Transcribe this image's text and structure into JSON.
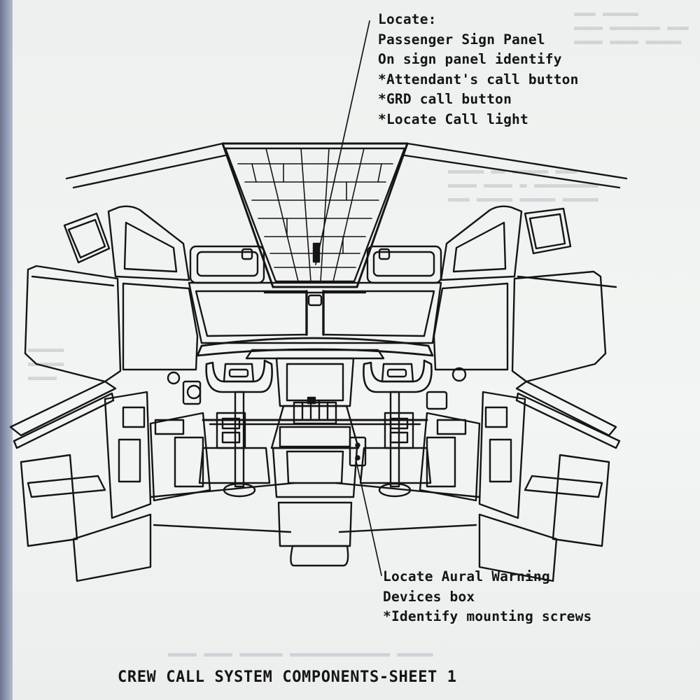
{
  "callouts": {
    "top": [
      "Locate:",
      "Passenger Sign Panel",
      "On sign panel identify",
      "*Attendant's call button",
      "*GRD call button",
      "*Locate Call light"
    ],
    "bottom": [
      "Locate Aural Warning",
      "Devices box",
      "*Identify mounting screws"
    ]
  },
  "caption": "CREW CALL SYSTEM COMPONENTS-SHEET 1"
}
